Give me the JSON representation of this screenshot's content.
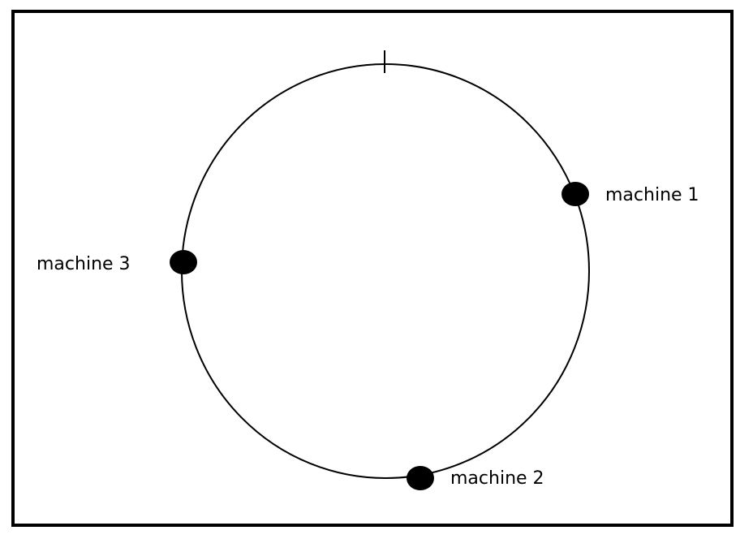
{
  "diagram": {
    "nodes": [
      {
        "id": "machine-1",
        "label": "machine 1"
      },
      {
        "id": "machine-2",
        "label": "machine 2"
      },
      {
        "id": "machine-3",
        "label": "machine 3"
      }
    ],
    "colors": {
      "stroke": "#000000",
      "node_fill": "#000000",
      "background": "#ffffff"
    }
  }
}
